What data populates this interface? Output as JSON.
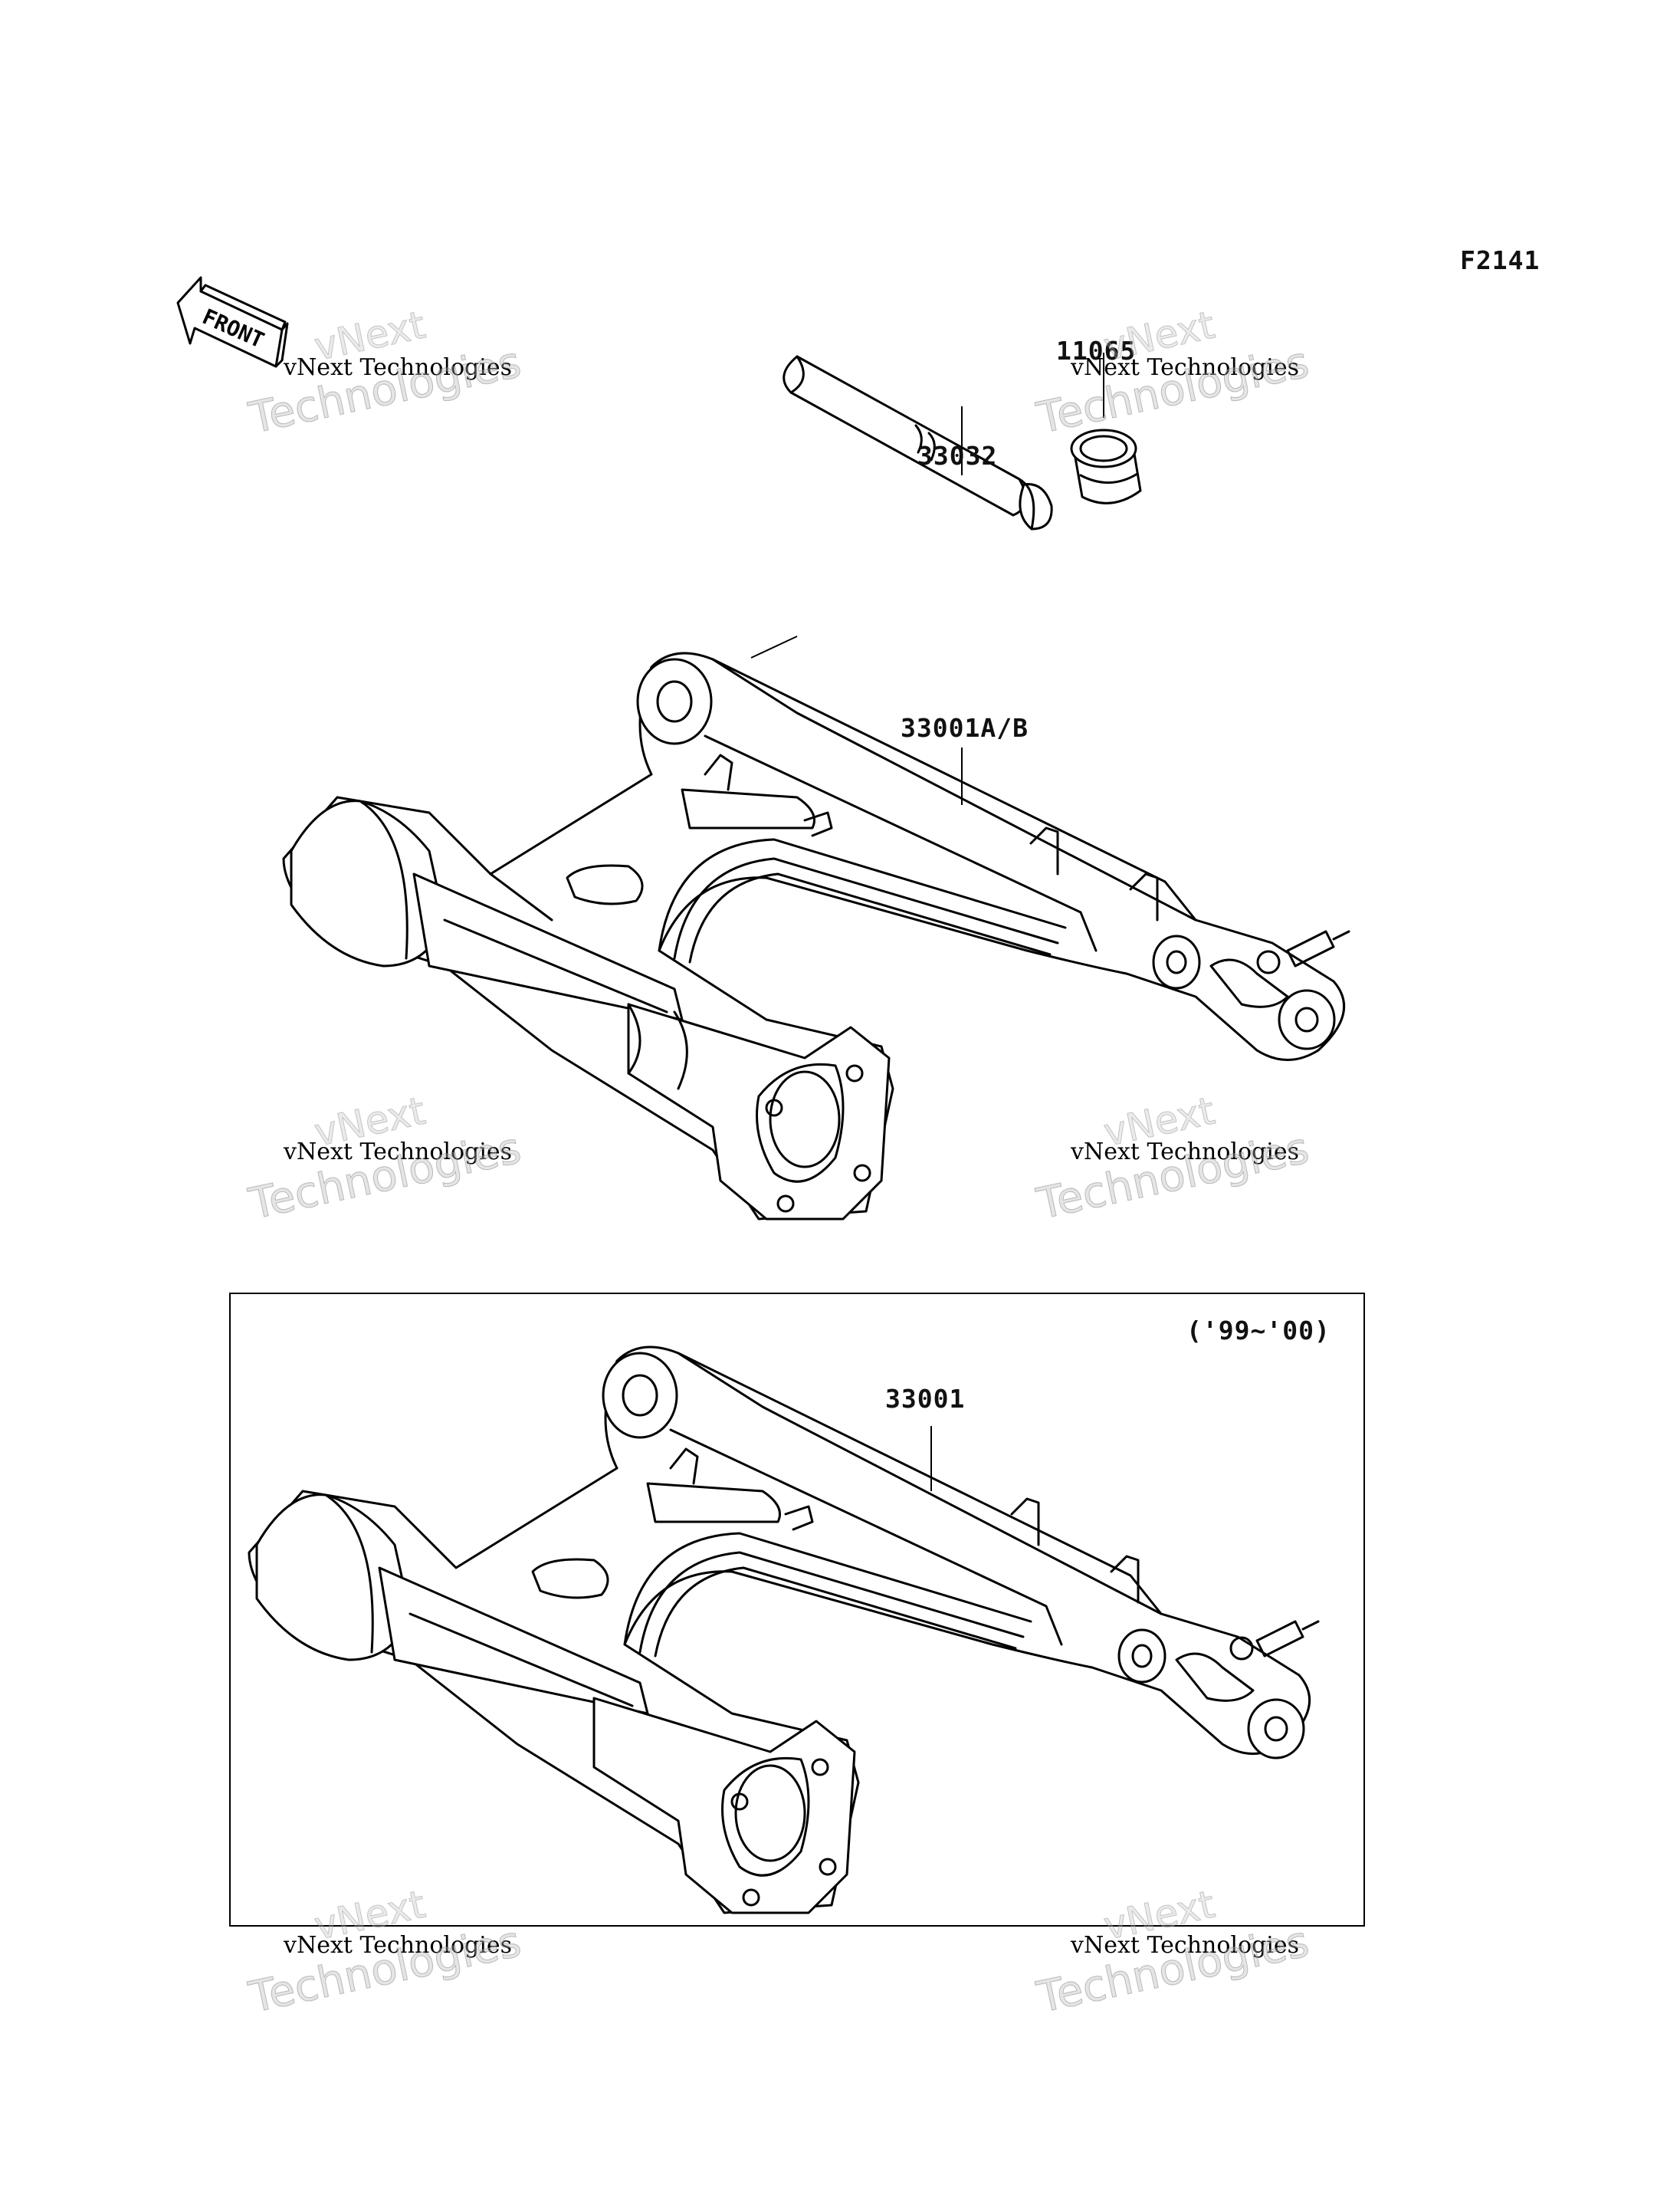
{
  "diagram_code": "F2141",
  "front_label": "FRONT",
  "parts": {
    "collar": "11065",
    "pivot_shaft": "33032",
    "swingarm_main": "33001A/B",
    "swingarm_inset": "33001"
  },
  "inset_year_range": "('99~'00)",
  "watermark": {
    "line1": "vNext",
    "line2": "vNext Technologies",
    "line3": "Technologies"
  }
}
